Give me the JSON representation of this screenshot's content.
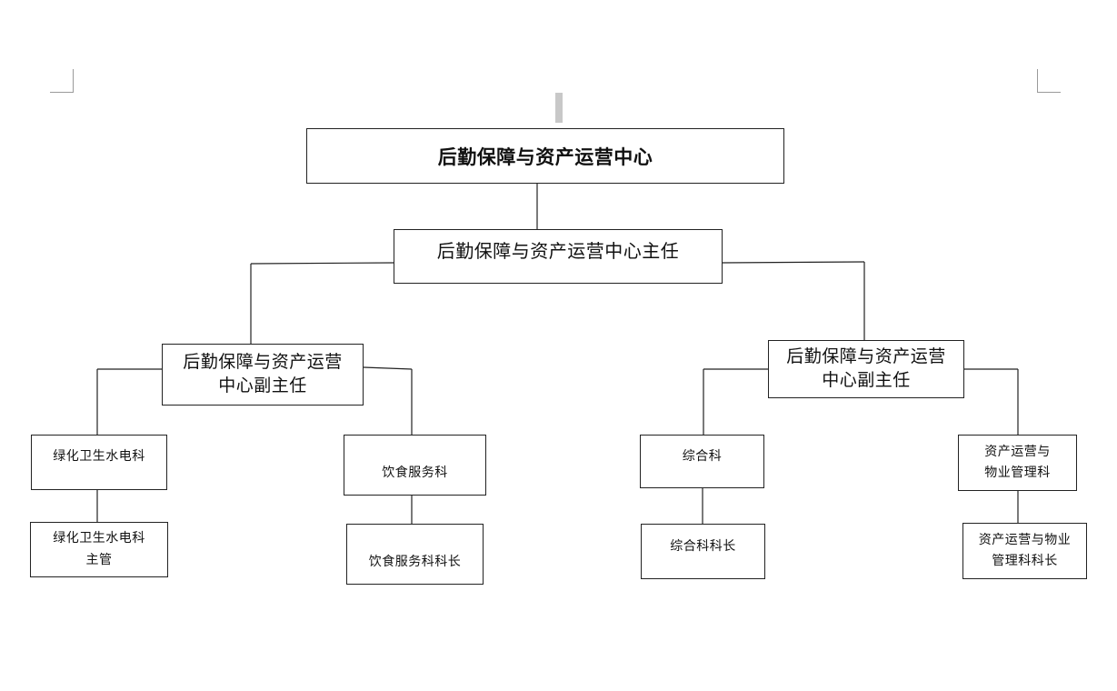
{
  "org_chart": {
    "center": "后勤保障与资产运营中心",
    "director": "后勤保障与资产运营中心主任",
    "deputy_left": "后勤保障与资产运营\n中心副主任",
    "deputy_right": "后勤保障与资产运营\n中心副主任",
    "greening": "绿化卫生水电科",
    "catering": "饮食服务科",
    "general": "综合科",
    "asset": "资产运营与\n物业管理科",
    "greening_head": "绿化卫生水电科\n主管",
    "catering_head": "饮食服务科科长",
    "general_head": "综合科科长",
    "asset_head": "资产运营与物业\n管理科科长"
  }
}
